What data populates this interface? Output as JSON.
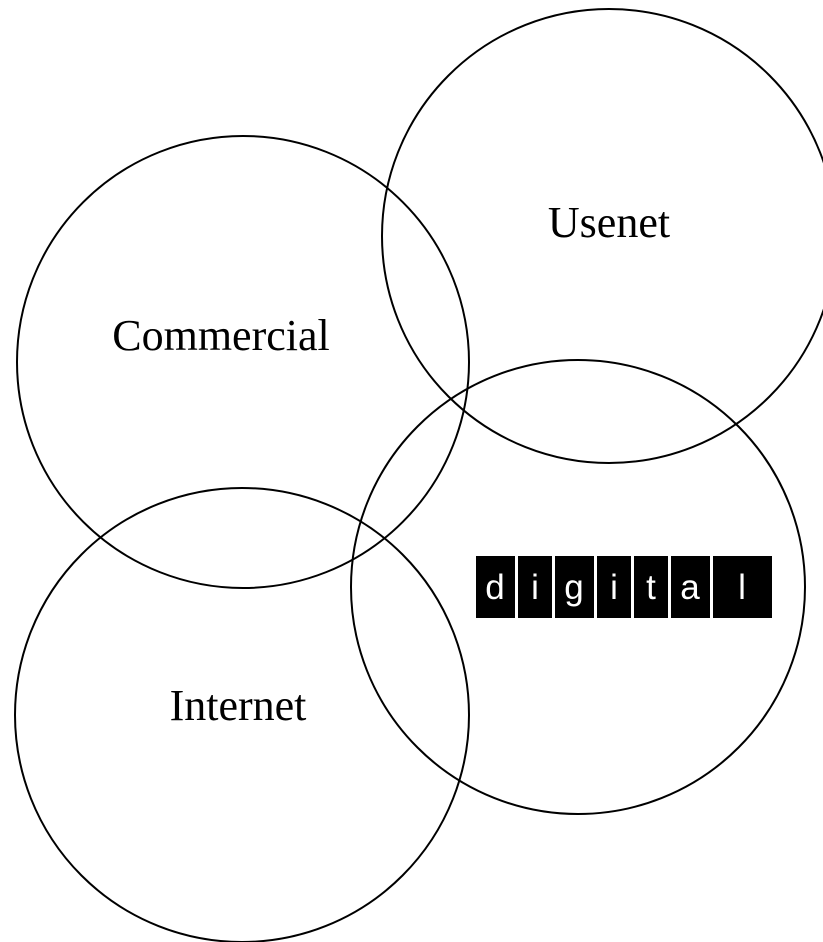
{
  "diagram": {
    "circles": [
      {
        "name": "usenet",
        "label": "Usenet"
      },
      {
        "name": "commercial",
        "label": "Commercial"
      },
      {
        "name": "digital",
        "label": ""
      },
      {
        "name": "internet",
        "label": "Internet"
      }
    ],
    "logo": {
      "text": "digital",
      "letters": [
        "d",
        "i",
        "g",
        "i",
        "t",
        "a",
        "l"
      ],
      "box_color": "#000000",
      "letter_color": "#ffffff"
    },
    "line_color": "#000000",
    "background": "#ffffff"
  }
}
